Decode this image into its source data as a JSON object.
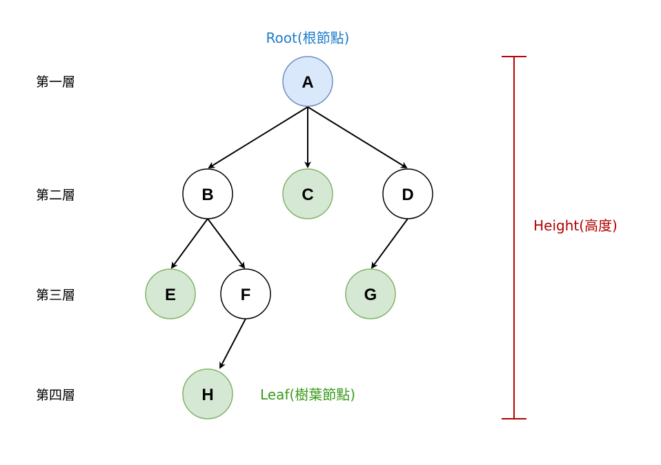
{
  "annotations": {
    "root": "Root(根節點)",
    "leaf": "Leaf(樹葉節點)",
    "height": "Height(高度)"
  },
  "levels": [
    "第一層",
    "第二層",
    "第三層",
    "第四層"
  ],
  "nodes": {
    "A": "A",
    "B": "B",
    "C": "C",
    "D": "D",
    "E": "E",
    "F": "F",
    "G": "G",
    "H": "H"
  },
  "colors": {
    "root_fill": "#dae8fc",
    "root_stroke": "#6c8ebf",
    "leaf_fill": "#d5e8d4",
    "leaf_stroke": "#82b366",
    "internal_fill": "#ffffff",
    "internal_stroke": "#000000",
    "root_text": "#1e7bc8",
    "leaf_text": "#3a9a1a",
    "height_text": "#b20000"
  }
}
